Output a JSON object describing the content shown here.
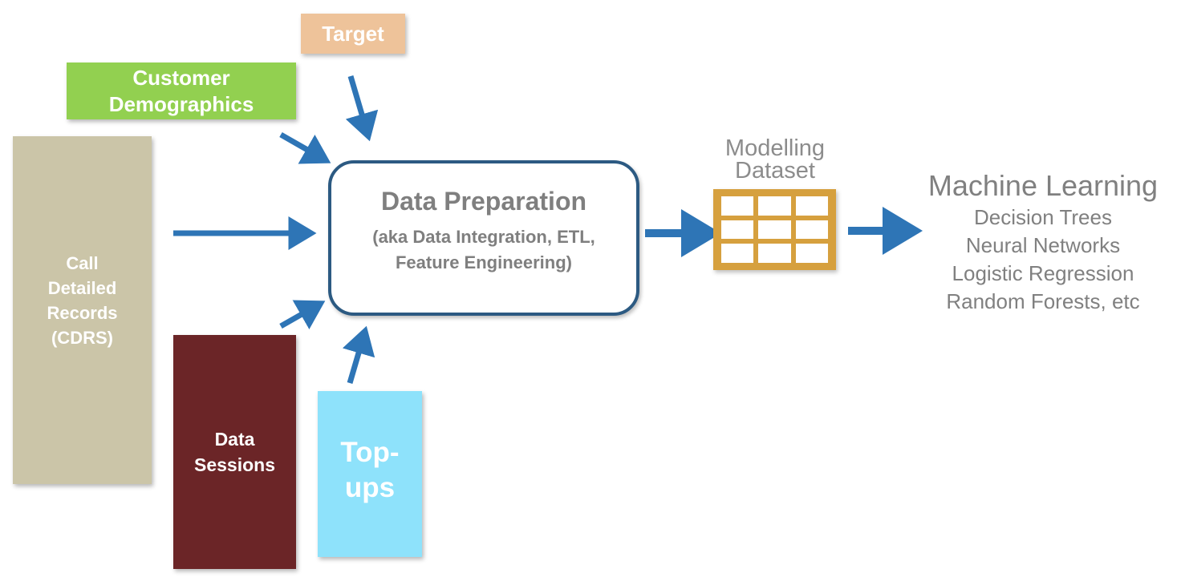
{
  "inputs": {
    "target": "Target",
    "customer_demographics": "Customer\nDemographics",
    "cdrs": "Call\nDetailed\nRecords\n(CDRS)",
    "data_sessions": "Data\nSessions",
    "topups": "Top-\nups"
  },
  "process": {
    "title": "Data Preparation",
    "subtitle": "(aka Data Integration, ETL,\nFeature Engineering)"
  },
  "dataset": {
    "label": "Modelling\nDataset"
  },
  "ml": {
    "title": "Machine Learning",
    "items": [
      "Decision Trees",
      "Neural Networks",
      "Logistic Regression",
      "Random Forests, etc"
    ]
  },
  "colors": {
    "arrow": "#2e75b6",
    "target": "#eec39a",
    "demographics": "#92d050",
    "cdrs": "#cbc5a8",
    "sessions": "#6b2527",
    "topups": "#8ee2fb",
    "prep_border": "#2c5a82",
    "dataset": "#d6a03e"
  }
}
